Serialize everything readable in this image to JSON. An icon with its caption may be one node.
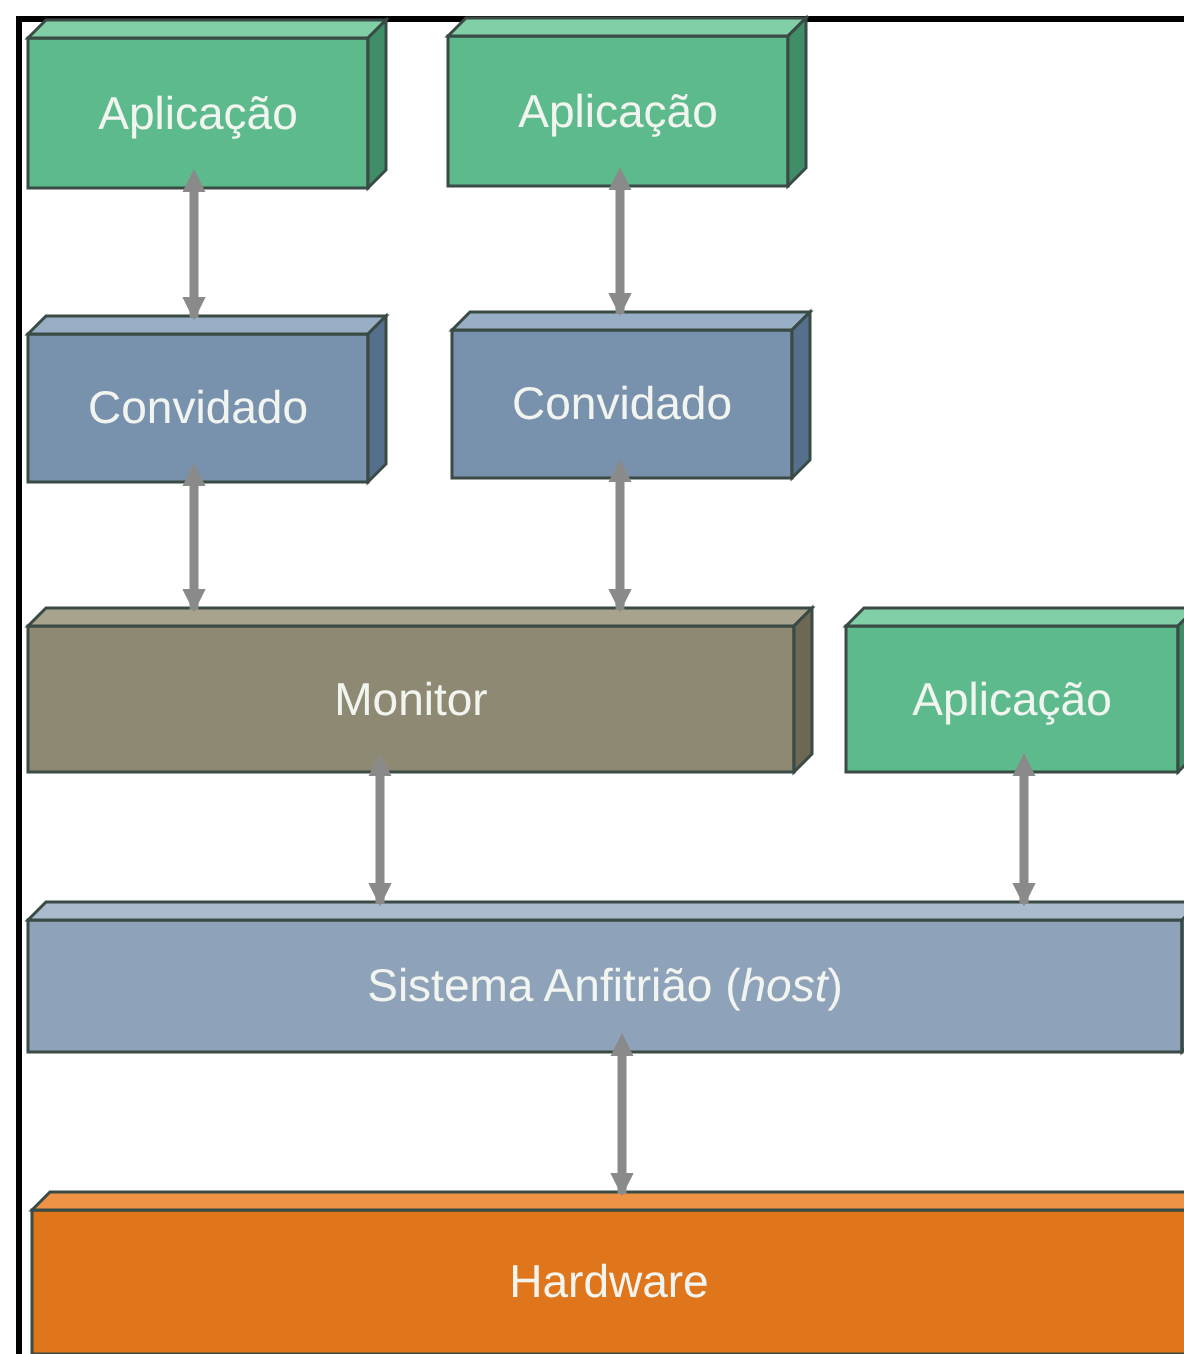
{
  "diagram": {
    "nodes": [
      {
        "text": [
          "Aplicação"
        ]
      },
      {
        "text": [
          "Aplicação"
        ]
      },
      {
        "text": [
          "Convidado"
        ]
      },
      {
        "text": [
          "Convidado"
        ]
      },
      {
        "text": [
          "Monitor"
        ]
      },
      {
        "text": [
          "Aplicação"
        ]
      },
      {
        "text": [
          "Sistema Anfitrião (*host*)"
        ]
      },
      {
        "text": [
          "Hardware"
        ]
      }
    ],
    "edges": [
      {
        "from": 0,
        "to": 2,
        "arrow": "both"
      },
      {
        "from": 1,
        "to": 3,
        "arrow": "both"
      },
      {
        "from": 2,
        "to": 4,
        "arrow": "both"
      },
      {
        "from": 3,
        "to": 4,
        "arrow": "both"
      },
      {
        "from": 4,
        "to": 6,
        "arrow": "both"
      },
      {
        "from": 5,
        "to": 6,
        "arrow": "both"
      },
      {
        "from": 6,
        "to": 7,
        "arrow": "both"
      }
    ]
  }
}
